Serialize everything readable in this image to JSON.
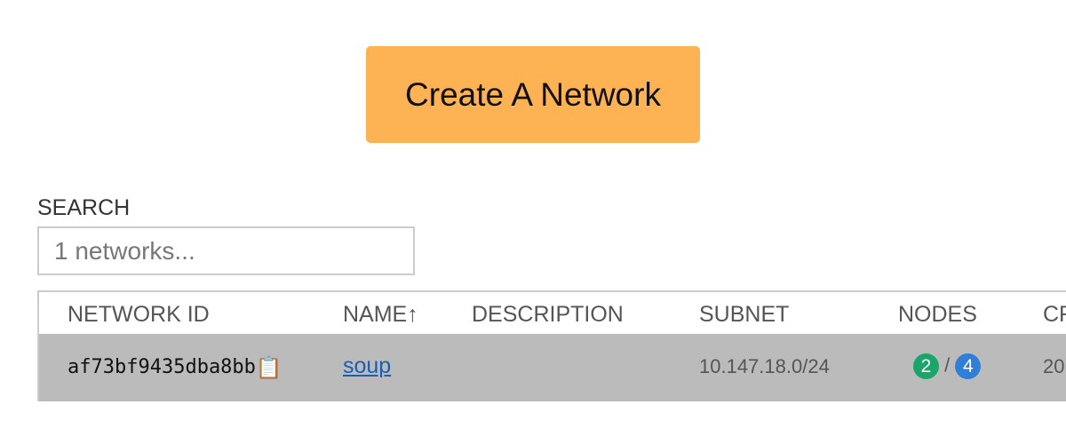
{
  "create_button": {
    "label": "Create A Network",
    "color": "#fdb254"
  },
  "search": {
    "label": "SEARCH",
    "placeholder": "1 networks...",
    "value": ""
  },
  "table": {
    "columns": [
      {
        "label": "NETWORK ID"
      },
      {
        "label": "NAME↑",
        "sorted": "ascending"
      },
      {
        "label": "DESCRIPTION"
      },
      {
        "label": "SUBNET"
      },
      {
        "label": "NODES"
      },
      {
        "label": "CR"
      }
    ],
    "rows": [
      {
        "network_id": "af73bf9435dba8bb",
        "copy_icon": "clipboard-icon",
        "name": "soup",
        "description": "",
        "subnet": "10.147.18.0/24",
        "nodes_online": "2",
        "nodes_separator": "/",
        "nodes_total": "4",
        "created": "20"
      }
    ]
  },
  "colors": {
    "online_badge": "#1aa56a",
    "total_badge": "#2f7fd8",
    "row_highlight": "#bbbbbb"
  }
}
